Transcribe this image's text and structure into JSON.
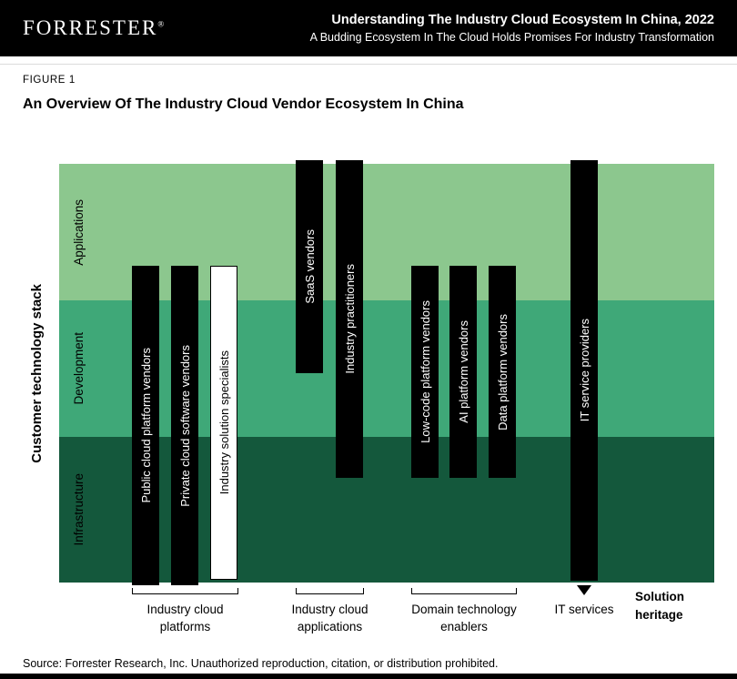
{
  "header": {
    "logo": "FORRESTER",
    "logo_mark": "®",
    "title": "Understanding The Industry Cloud Ecosystem In China, 2022",
    "subtitle": "A Budding Ecosystem In The Cloud Holds Promises For Industry Transformation"
  },
  "figure": {
    "label": "FIGURE 1",
    "title": "An Overview Of The Industry Cloud Vendor Ecosystem In China"
  },
  "chart": {
    "y_axis_label": "Customer technology stack",
    "layers": [
      {
        "label": "Applications",
        "color": "#8cc78e"
      },
      {
        "label": "Development",
        "color": "#3fa878"
      },
      {
        "label": "Infrastructure",
        "color": "#14583c"
      }
    ],
    "bars": [
      {
        "label": "Public cloud platform vendors",
        "fill": "#000000",
        "text_color": "#ffffff"
      },
      {
        "label": "Private cloud software vendors",
        "fill": "#000000",
        "text_color": "#ffffff"
      },
      {
        "label": "Industry solution specialists",
        "fill": "#ffffff",
        "text_color": "#000000"
      },
      {
        "label": "SaaS vendors",
        "fill": "#000000",
        "text_color": "#ffffff"
      },
      {
        "label": "Industry practitioners",
        "fill": "#000000",
        "text_color": "#ffffff"
      },
      {
        "label": "Low-code platform vendors",
        "fill": "#000000",
        "text_color": "#ffffff"
      },
      {
        "label": "AI platform vendors",
        "fill": "#000000",
        "text_color": "#ffffff"
      },
      {
        "label": "Data platform vendors",
        "fill": "#000000",
        "text_color": "#ffffff"
      },
      {
        "label": "IT service providers",
        "fill": "#000000",
        "text_color": "#ffffff"
      }
    ],
    "groups": [
      {
        "label": "Industry cloud platforms"
      },
      {
        "label": "Industry cloud applications"
      },
      {
        "label": "Domain technology enablers"
      },
      {
        "label": "IT services"
      }
    ],
    "heritage_label": "Solution heritage"
  },
  "footer": {
    "source": "Source: Forrester Research, Inc. Unauthorized reproduction, citation, or distribution prohibited."
  }
}
